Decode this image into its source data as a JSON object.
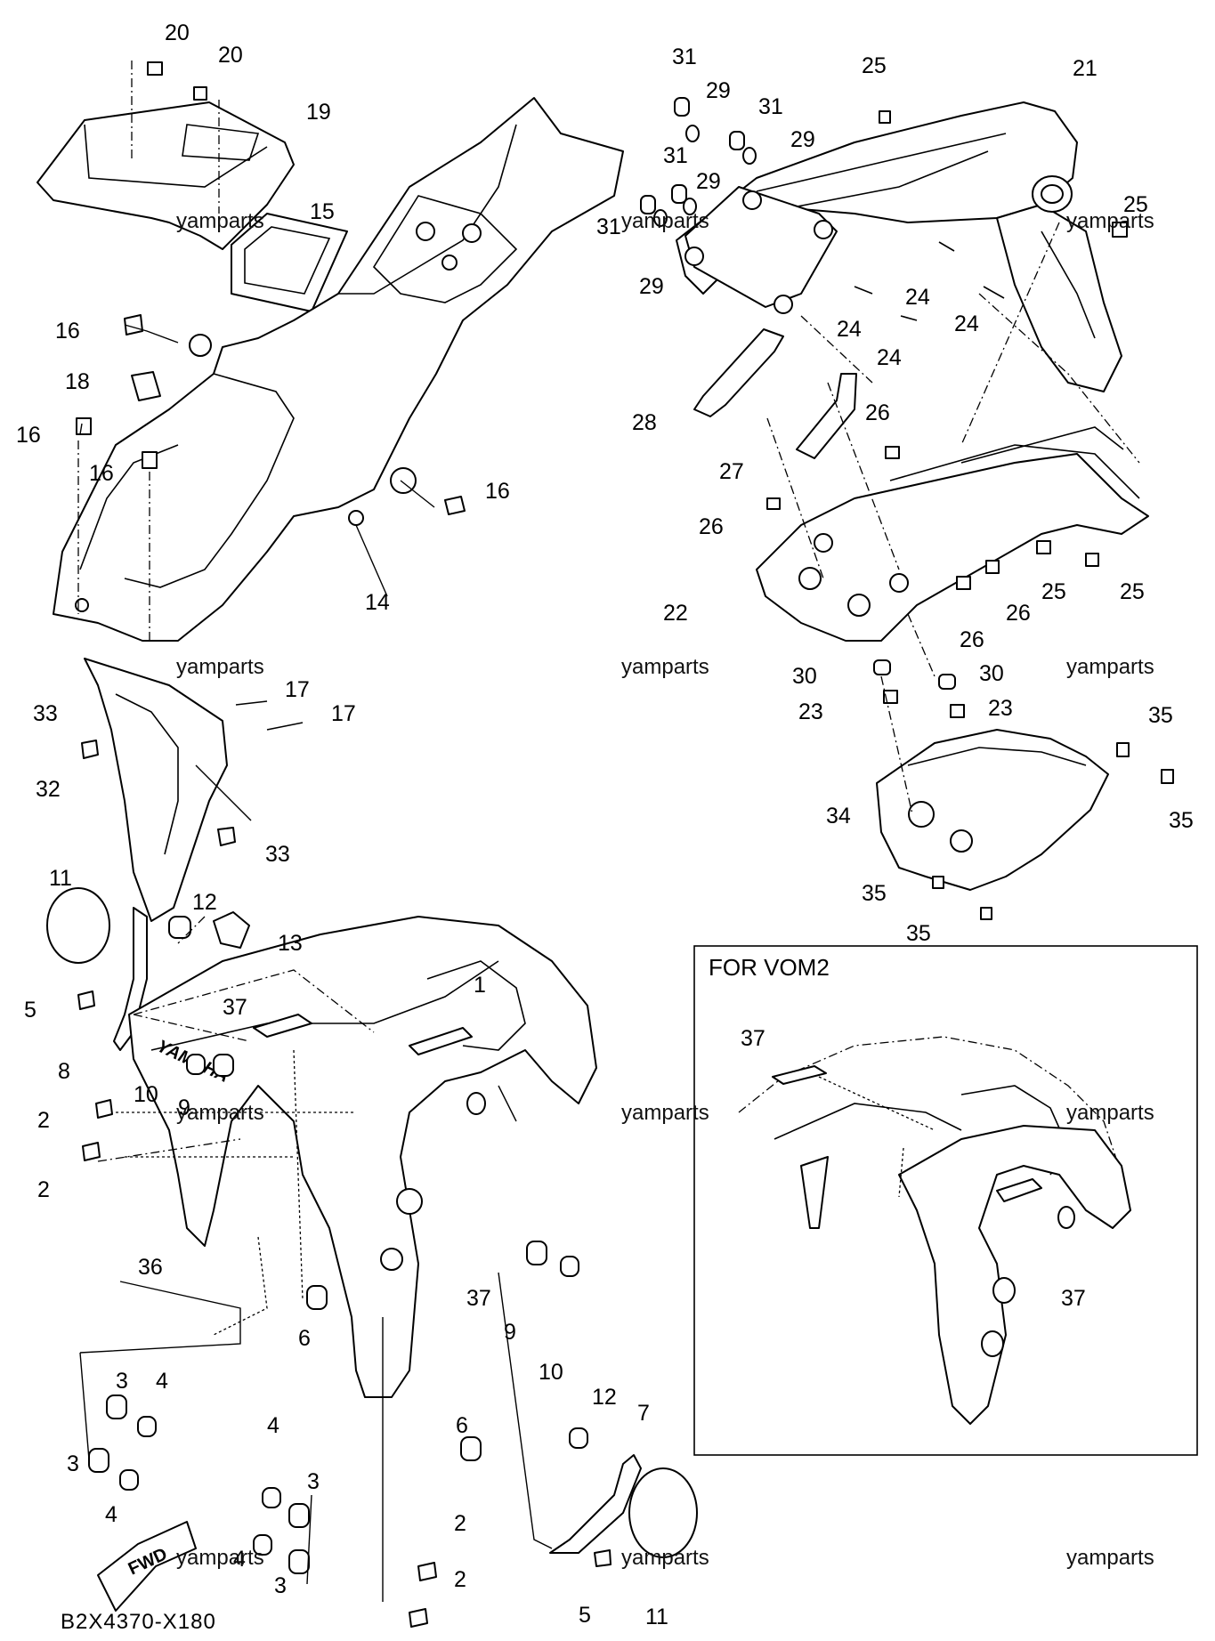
{
  "diagram": {
    "code": "B2X4370-X180",
    "inset_title": "FOR VOM2",
    "fwd_label": "FWD",
    "brand_mark": "YAMAHA",
    "watermark": "yamparts",
    "callouts": [
      "1",
      "2",
      "3",
      "4",
      "5",
      "6",
      "7",
      "8",
      "9",
      "10",
      "11",
      "12",
      "13",
      "14",
      "15",
      "16",
      "17",
      "18",
      "19",
      "20",
      "21",
      "22",
      "23",
      "24",
      "25",
      "26",
      "27",
      "28",
      "29",
      "30",
      "31",
      "32",
      "33",
      "34",
      "35",
      "36",
      "37"
    ]
  }
}
